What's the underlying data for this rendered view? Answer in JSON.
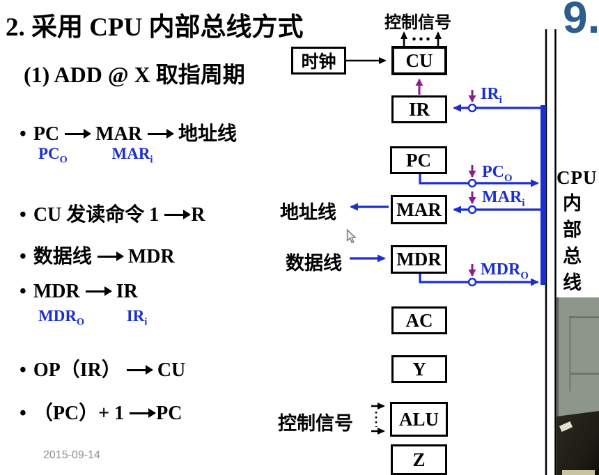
{
  "header": {
    "title": "2. 采用 CPU 内部总线方式",
    "subtitle": "(1) ADD @ X 取指周期",
    "date": "2015-09-14"
  },
  "bullets": {
    "b1": {
      "t1": "PC",
      "t2": "MAR",
      "t3": "地址线"
    },
    "b1sub": {
      "s1": {
        "base": "PC",
        "sub": "O"
      },
      "s2": {
        "base": "MAR",
        "sub": "i"
      }
    },
    "b2": {
      "t1": "CU 发读命令 1",
      "t2": "R"
    },
    "b3": {
      "t1": "数据线",
      "t2": "MDR"
    },
    "b4": {
      "t1": "MDR",
      "t2": "IR"
    },
    "b4sub": {
      "s1": {
        "base": "MDR",
        "sub": "O"
      },
      "s2": {
        "base": "IR",
        "sub": "i"
      }
    },
    "b5": {
      "t1": "OP（IR）",
      "t2": "CU"
    },
    "b6": {
      "t1": "（PC）+ 1",
      "t2": "PC"
    }
  },
  "diagram": {
    "ctrl_top": "控制信号",
    "dots": "...",
    "clock": "时钟",
    "cu": "CU",
    "ir": "IR",
    "pc": "PC",
    "mar": "MAR",
    "mdr": "MDR",
    "ac": "AC",
    "y": "Y",
    "alu": "ALU",
    "z": "Z",
    "addr": "地址线",
    "data": "数据线",
    "ctrl_bottom": "控制信号",
    "sig_ir": {
      "base": "IR",
      "sub": "i"
    },
    "sig_pc": {
      "base": "PC",
      "sub": "O"
    },
    "sig_mar": {
      "base": "MAR",
      "sub": "i"
    },
    "sig_mdr": {
      "base": "MDR",
      "sub": "O"
    }
  },
  "right_pane": {
    "slide_number": "9.",
    "bus_label_latin": "CPU",
    "bus_label_cjk": "内部总线"
  },
  "colors": {
    "bus_blue": "#1b2fd0",
    "signal_purple": "#8e1d86",
    "slide_number_blue": "#2d5c8f",
    "date_grey": "#8f8f8f"
  }
}
